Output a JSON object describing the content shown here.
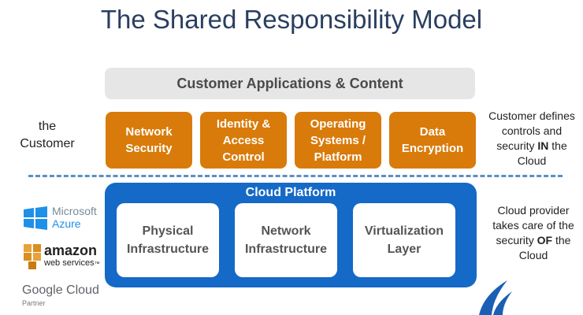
{
  "title": "The Shared Responsibility Model",
  "apps_bar": "Customer Applications & Content",
  "customer_label": "the\nCustomer",
  "customer_boxes": [
    {
      "label": "Network\nSecurity"
    },
    {
      "label": "Identity &\nAccess\nControl"
    },
    {
      "label": "Operating\nSystems /\nPlatform"
    },
    {
      "label": "Data\nEncryption"
    }
  ],
  "customer_note": {
    "pre": "Customer defines controls and security ",
    "emph": "IN",
    "post": " the Cloud"
  },
  "platform": {
    "title": "Cloud Platform",
    "boxes": [
      {
        "label": "Physical\nInfrastructure"
      },
      {
        "label": "Network\nInfrastructure"
      },
      {
        "label": "Virtualization\nLayer"
      }
    ]
  },
  "provider_note": {
    "pre": "Cloud provider takes care of the security  ",
    "emph": "OF",
    "post": " the Cloud"
  },
  "logos": {
    "azure": {
      "line1": "Microsoft",
      "line2": "Azure"
    },
    "aws": {
      "line1": "amazon",
      "line2": "web services",
      "tm": "™"
    },
    "gcloud": {
      "name": "Google Cloud",
      "sub": "Partner"
    }
  },
  "colors": {
    "orange": "#d97b0a",
    "platform_blue": "#1569c7",
    "divider": "#5b8ec6"
  }
}
